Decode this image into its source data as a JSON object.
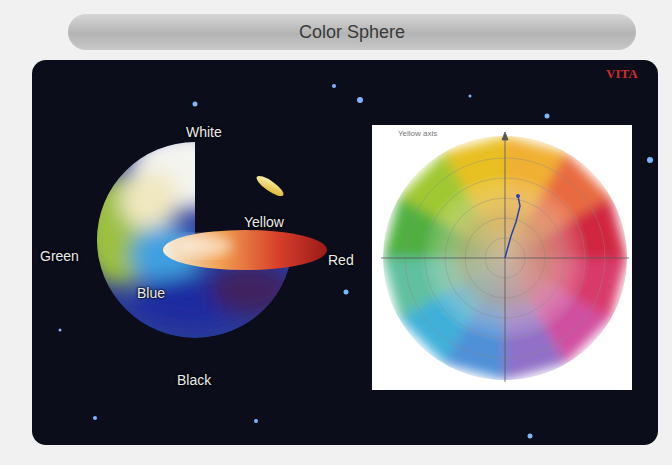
{
  "diagram": {
    "title": "Color Sphere",
    "labels": [
      "VITA",
      "White",
      "Yellow",
      "Red",
      "Green",
      "Blue",
      "Black",
      "Yellow axis"
    ]
  }
}
